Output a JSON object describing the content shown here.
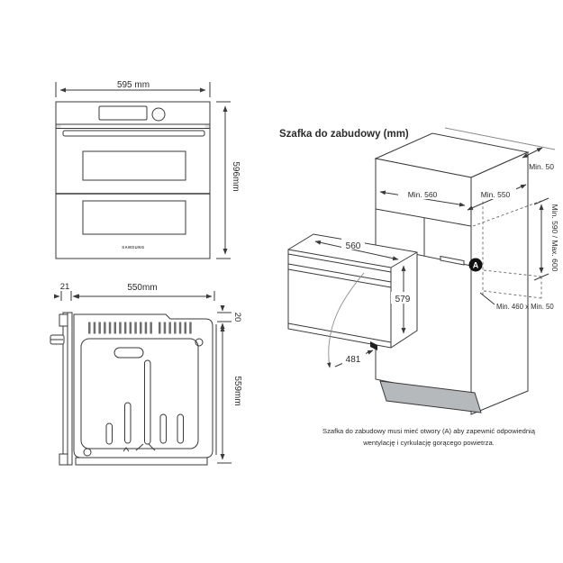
{
  "front_view": {
    "width_label": "595 mm",
    "height_label": "596mm",
    "brand": "SAMSUNG"
  },
  "side_view": {
    "front_frame_label": "21",
    "depth_label": "550mm",
    "top_offset_label": "20",
    "height_label": "559mm"
  },
  "cabinet_view": {
    "title": "Szafka do zabudowy (mm)",
    "back_clearance_label": "Min. 50",
    "niche_width_label": "Min. 560",
    "niche_depth_label": "Min. 550",
    "niche_height_label": "Min. 590 / Max. 600",
    "vent_opening_label": "Min. 460 x Min. 50",
    "oven_width_label": "560",
    "oven_height_label": "579",
    "door_open_label": "481",
    "vent_marker": "A",
    "caption_line1": "Szafka do zabudowy musi mieć otwory (A) aby zapewnić odpowiednią",
    "caption_line2": "wentylację i cyrkulację gorącego powietrza."
  },
  "colors": {
    "line": "#3a3a3a",
    "plinth_gray": "#b6b9bb",
    "marker_black": "#111111"
  }
}
